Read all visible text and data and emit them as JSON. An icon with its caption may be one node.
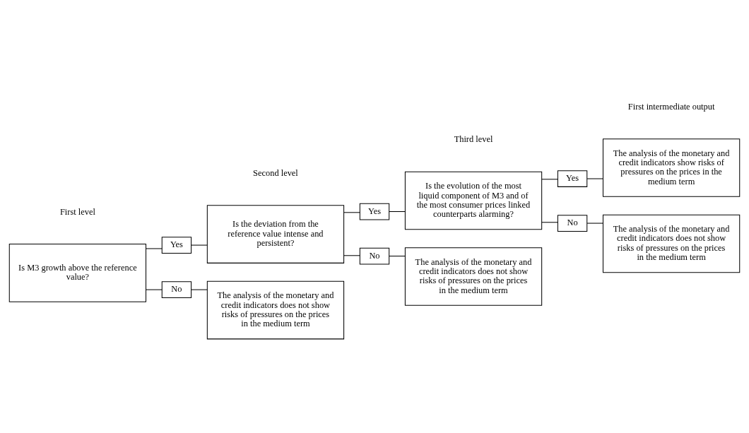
{
  "diagram": {
    "nodes": [
      {
        "text": [
          "Is M3 growth above the reference value?"
        ]
      },
      {
        "text": [
          "Yes"
        ]
      },
      {
        "text": [
          "No"
        ]
      },
      {
        "text": [
          "Is the deviation from the reference value intense and persistent?"
        ]
      },
      {
        "text": [
          "The analysis of the monetary and credit indicators does not show risks of pressures on the prices in the medium term"
        ]
      },
      {
        "text": [
          "Yes"
        ]
      },
      {
        "text": [
          "No"
        ]
      },
      {
        "text": [
          "Is the evolution of the most liquid component of M3 and of the most consumer prices linked counterparts alarming?"
        ]
      },
      {
        "text": [
          "The analysis of the monetary and credit indicators does not show risks of pressures on the prices in the medium term"
        ]
      },
      {
        "text": [
          "Yes"
        ]
      },
      {
        "text": [
          "No"
        ]
      },
      {
        "text": [
          "The analysis of the monetary and credit indicators show risks of pressures on the prices in the medium term"
        ]
      },
      {
        "text": [
          "The analysis of the monetary and credit indicators does not show risks of pressures on the prices in the medium term"
        ]
      }
    ],
    "edges": [
      {
        "from": 0,
        "to": 1,
        "arrow": "none"
      },
      {
        "from": 1,
        "to": 3,
        "arrow": "none"
      },
      {
        "from": 0,
        "to": 2,
        "arrow": "none"
      },
      {
        "from": 2,
        "to": 4,
        "arrow": "none"
      },
      {
        "from": 3,
        "to": 5,
        "arrow": "none"
      },
      {
        "from": 5,
        "to": 7,
        "arrow": "none"
      },
      {
        "from": 3,
        "to": 6,
        "arrow": "none"
      },
      {
        "from": 6,
        "to": 8,
        "arrow": "none"
      },
      {
        "from": 7,
        "to": 9,
        "arrow": "none"
      },
      {
        "from": 9,
        "to": 11,
        "arrow": "none"
      },
      {
        "from": 7,
        "to": 10,
        "arrow": "none"
      },
      {
        "from": 10,
        "to": 12,
        "arrow": "none"
      }
    ],
    "labels": [
      "First level",
      "Second level",
      "Third level",
      "First intermediate output"
    ]
  }
}
